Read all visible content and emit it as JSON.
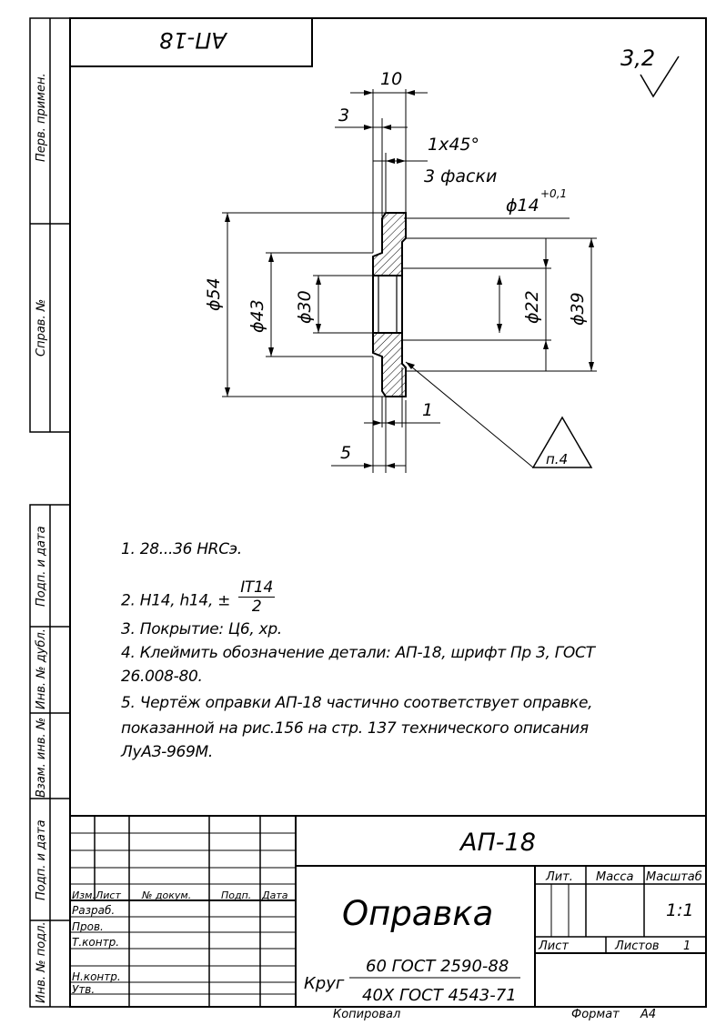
{
  "stamp_top": "АП-18",
  "roughness": "3,2",
  "side_columns": {
    "perv_primen": "Перв. примен.",
    "sprav_no": "Справ. №",
    "podp_data_1": "Подп. и дата",
    "inv_dubl": "Инв. № дубл.",
    "vzam_inv": "Взам. инв. №",
    "podp_data_2": "Подп. и дата",
    "inv_podl": "Инв. № подл."
  },
  "dimensions": {
    "d10": "10",
    "d3": "3",
    "chamfer": "1x45°",
    "chamfer_note": "3 фаски",
    "d14": "ϕ14",
    "d14_tol": "+0,1",
    "d54": "ϕ54",
    "d43": "ϕ43",
    "d30": "ϕ30",
    "d22": "ϕ22",
    "d39": "ϕ39",
    "d1": "1",
    "d5": "5",
    "p4": "п.4"
  },
  "notes": {
    "n1": "1. 28...36 HRCэ.",
    "n2_prefix": "2. H14, h14, ±",
    "n2_num": "IT14",
    "n2_den": "2",
    "n3": "3. Покрытие: Ц6, хр.",
    "n4a": "4. Клеймить обозначение детали: АП-18, шрифт Пр 3, ГОСТ",
    "n4b": "26.008-80.",
    "n5a": "5. Чертёж оправки АП-18 частично соответствует оправке,",
    "n5b": "показанной на рис.156 на стр. 137 технического описания",
    "n5c": "ЛуАЗ-969М."
  },
  "title_block": {
    "designation": "АП-18",
    "name": "Оправка",
    "material_prefix": "Круг",
    "material_top": "60 ГОСТ 2590-88",
    "material_bottom": "40Х ГОСТ 4543-71",
    "lit": "Лит.",
    "massa": "Масса",
    "masshtab": "Масштаб",
    "scale": "1:1",
    "list": "Лист",
    "listov": "Листов",
    "listov_value": "1",
    "header": [
      "Изм.",
      "Лист",
      "№ докум.",
      "Подп.",
      "Дата"
    ],
    "rows": [
      "Разраб.",
      "Пров.",
      "Т.контр.",
      "",
      "Н.контр.",
      "Утв."
    ],
    "kopiroval": "Копировал",
    "format": "Формат",
    "format_value": "А4"
  }
}
